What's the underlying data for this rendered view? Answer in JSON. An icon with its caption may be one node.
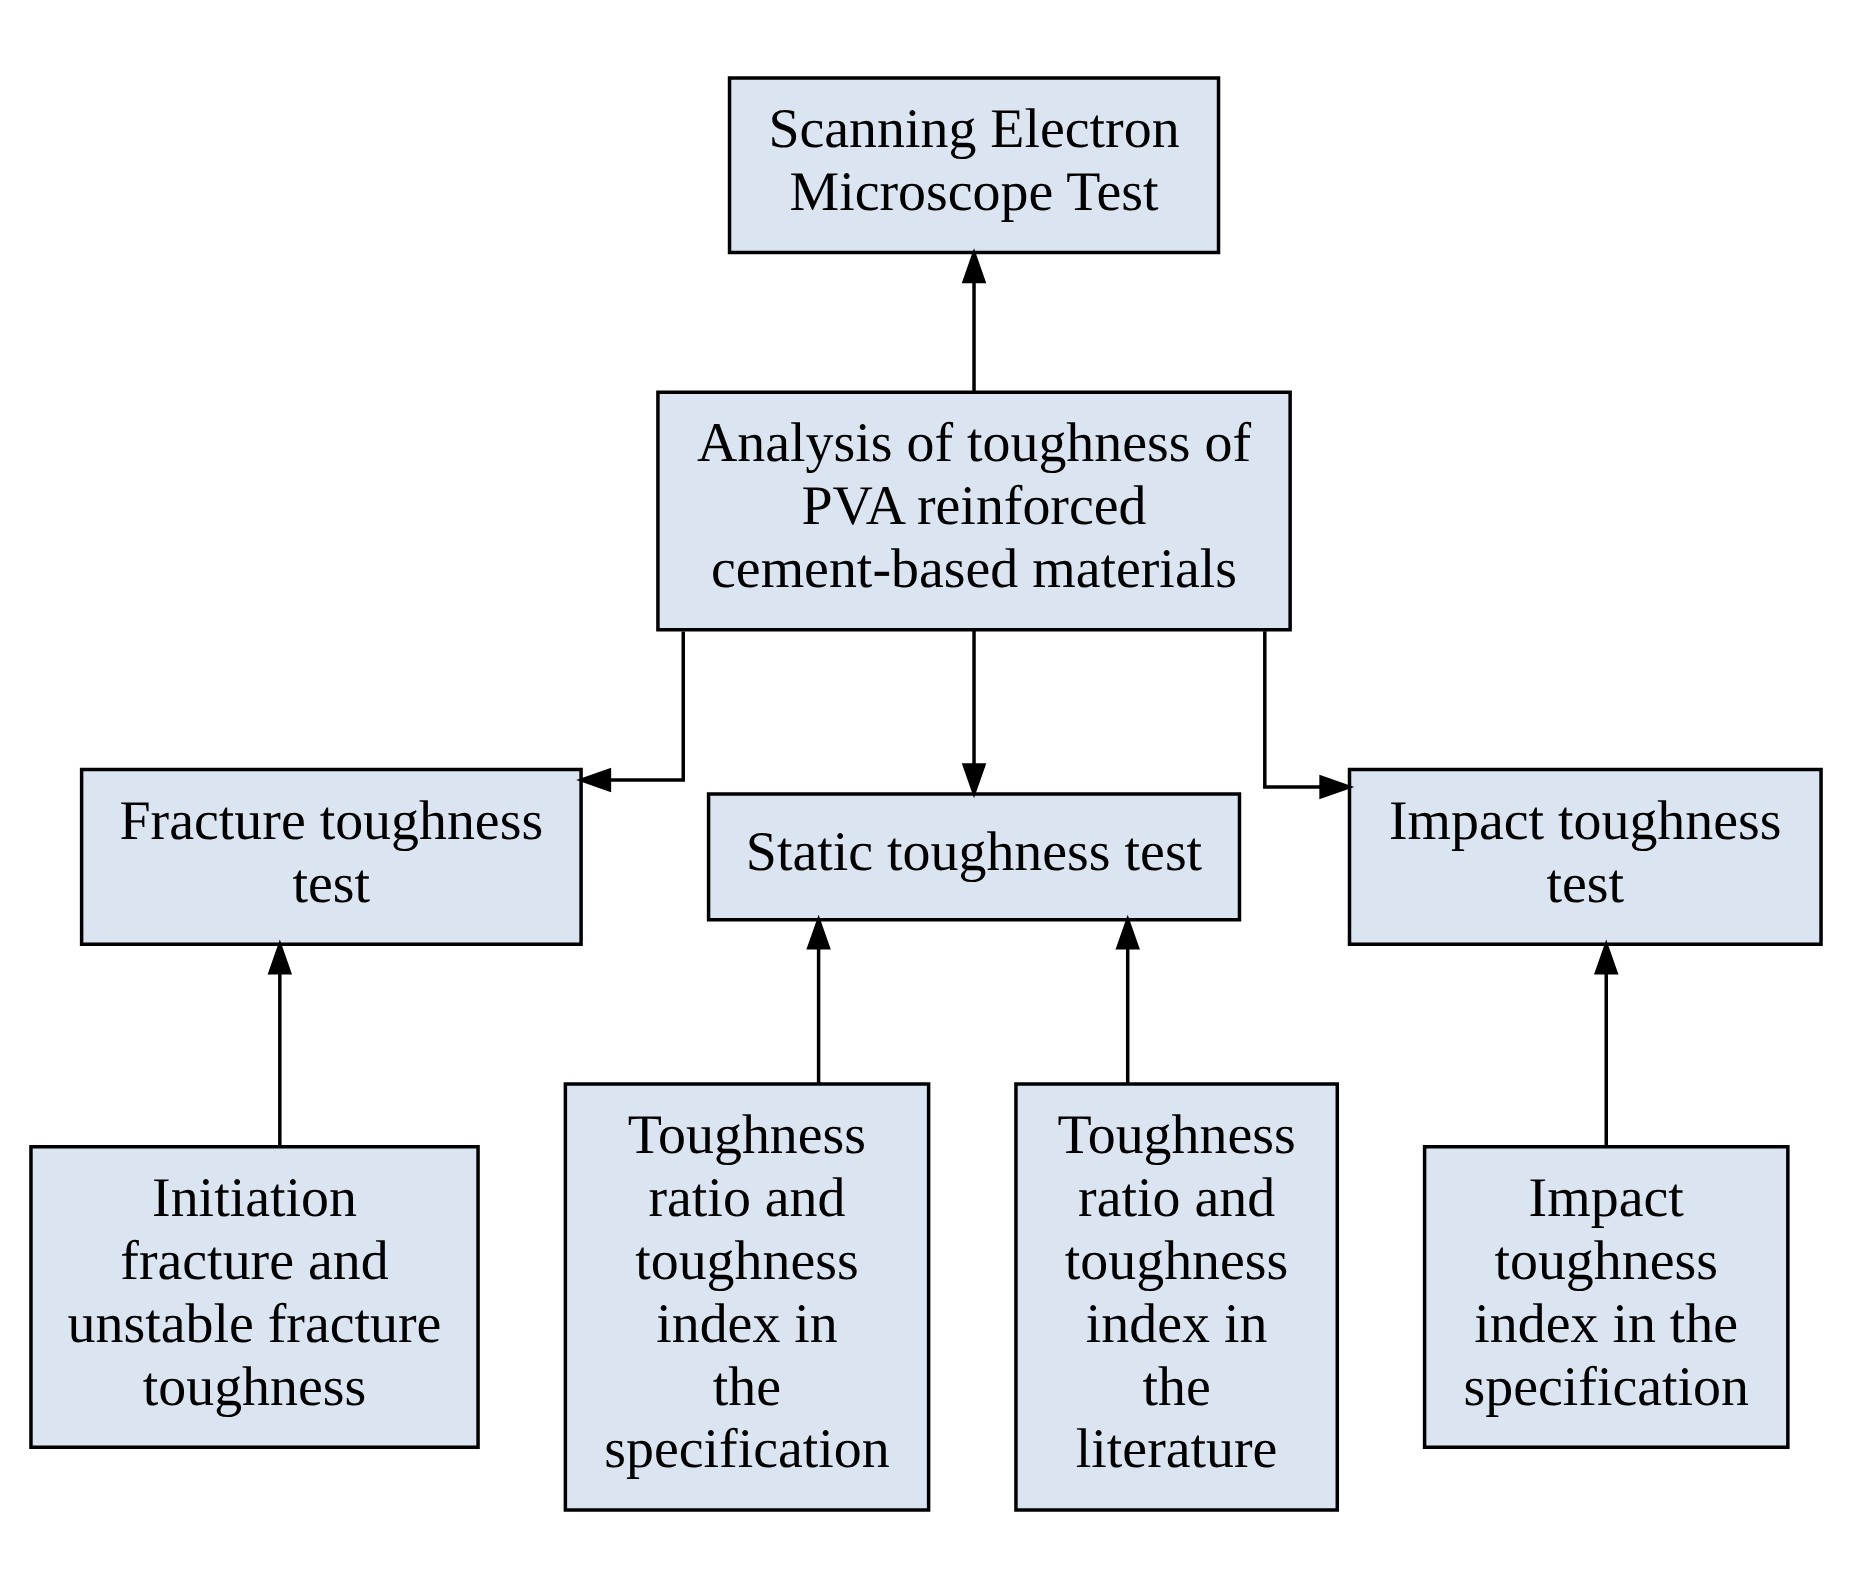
{
  "diagram": {
    "nodes": [
      {
        "text": [
          "Scanning Electron Microscope Test"
        ]
      },
      {
        "text": [
          "Analysis of toughness of PVA reinforced cement-based materials"
        ]
      },
      {
        "text": [
          "Fracture toughness test"
        ]
      },
      {
        "text": [
          "Static toughness test"
        ]
      },
      {
        "text": [
          "Impact toughness test"
        ]
      },
      {
        "text": [
          "Initiation fracture and unstable fracture toughness"
        ]
      },
      {
        "text": [
          "Toughness ratio and toughness index in the specification"
        ]
      },
      {
        "text": [
          "Toughness ratio and toughness index in the literature"
        ]
      },
      {
        "text": [
          "Impact toughness index in the specification"
        ]
      }
    ],
    "edges": [
      {
        "from": 1,
        "to": 0,
        "arrow": "to"
      },
      {
        "from": 1,
        "to": 2,
        "arrow": "to"
      },
      {
        "from": 1,
        "to": 3,
        "arrow": "to"
      },
      {
        "from": 1,
        "to": 4,
        "arrow": "to"
      },
      {
        "from": 5,
        "to": 2,
        "arrow": "to"
      },
      {
        "from": 6,
        "to": 3,
        "arrow": "to"
      },
      {
        "from": 7,
        "to": 3,
        "arrow": "to"
      },
      {
        "from": 8,
        "to": 4,
        "arrow": "to"
      }
    ]
  }
}
